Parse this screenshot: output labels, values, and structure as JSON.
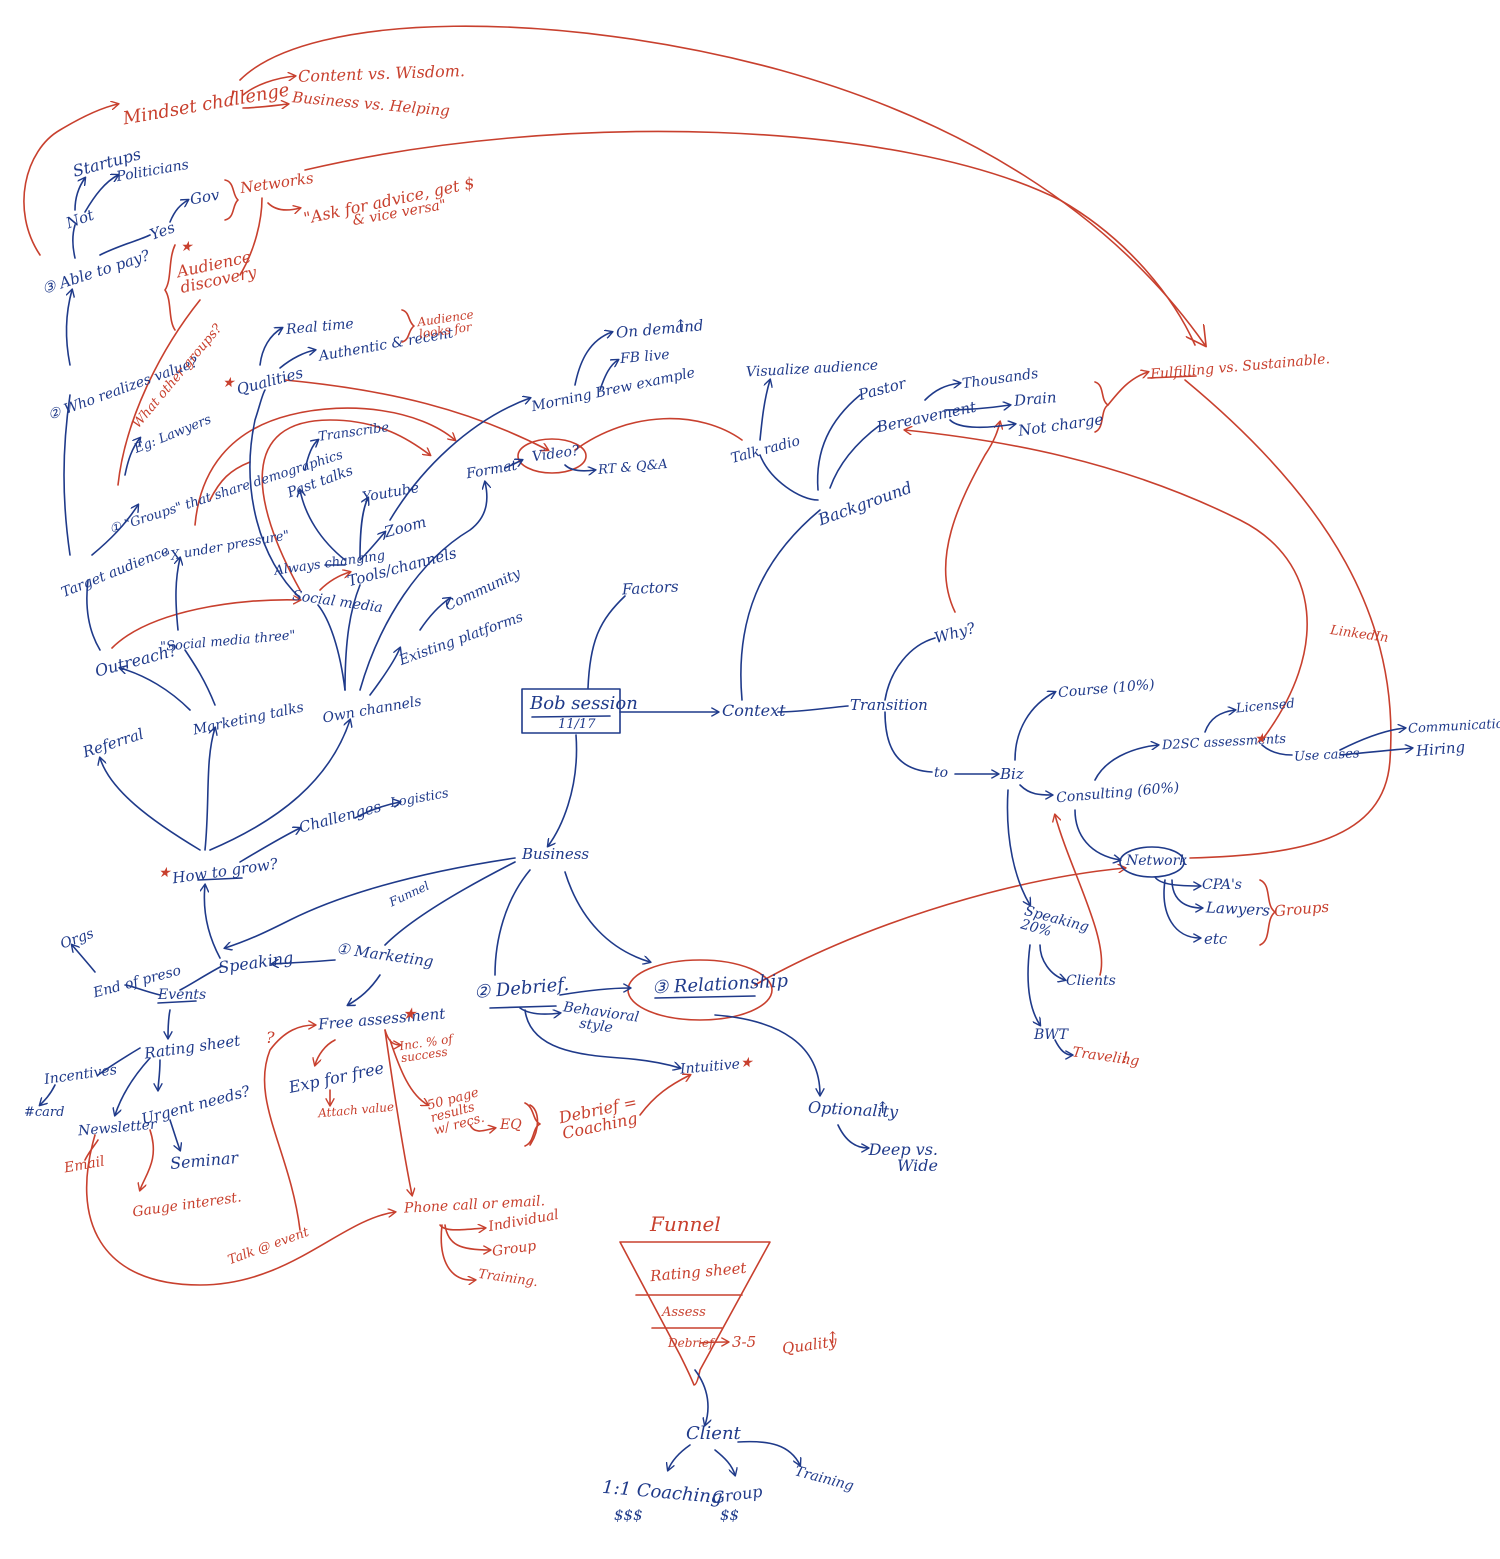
{
  "colors": {
    "ink_blue": "#1f3a8a",
    "ink_red": "#c8402e",
    "paper": "#ffffff"
  },
  "nodes": {
    "mindset_challenge": "Mindset challenge",
    "content_vs_wisdom": "Content vs. Wisdom.",
    "business_vs_helping": "Business vs. Helping",
    "startups": "Startups",
    "politicians": "Politicians",
    "not": "Not",
    "gov": "Gov",
    "yes": "Yes",
    "networks": "Networks",
    "ask_for_advice": "\"Ask for advice, get $",
    "vice_versa": "& vice versa\"",
    "audience_discovery": "Audience discovery",
    "able_to_pay": "③ Able to pay?",
    "who_realizes_value": "② Who realizes value?",
    "what_other_groups": "What other groups?",
    "groups_that_share_demographics": "① \"Groups\" that share demographics",
    "eg_lawyers": "Eg: Lawyers",
    "target_audience": "Target audience",
    "real_time": "Real time",
    "authentic_recent": "Authentic & recent",
    "audience_looks_for": "Audience looks for",
    "qualities": "Qualities",
    "transcribe": "Transcribe",
    "past_talks": "Past talks",
    "youtube": "Youtube",
    "zoom": "Zoom",
    "always_changing": "Always changing",
    "tools_channels": "Tools/channels",
    "x_under_pressure": "\"X under pressure\"",
    "social_media": "Social media",
    "social_media_three": "\"Social media three\"",
    "outreach": "Outreach?",
    "marketing_talks": "Marketing talks",
    "own_channels": "Own channels",
    "existing_platforms": "Existing platforms",
    "community": "Community",
    "referral": "Referral",
    "on_demand": "On demand",
    "fb_live": "FB live",
    "morning_brew_example": "Morning Brew example",
    "format": "Format",
    "video": "Video?",
    "rt_qa": "RT & Q&A",
    "visualize_audience": "Visualize audience",
    "talk_radio": "Talk radio",
    "pastor": "Pastor",
    "thousands": "Thousands",
    "bereavement": "Bereavement",
    "drain": "Drain",
    "not_charge": "Not charge",
    "background": "Background",
    "fulfilling_vs_sustainable": "Fulfilling vs. Sustainable.",
    "factors": "Factors",
    "bob_session": "Bob session",
    "bob_session_date": "11/17",
    "context": "Context",
    "transition": "Transition",
    "why": "Why?",
    "linkedin": "LinkedIn",
    "course": "Course (10%)",
    "licensed": "Licensed",
    "d2sc_assessments": "D2SC assessments",
    "use_cases": "Use cases",
    "communication": "Communication",
    "hiring": "Hiring",
    "to": "to",
    "biz": "Biz",
    "consulting": "Consulting (60%)",
    "network": "Network",
    "cpas": "CPA's",
    "lawyers": "Lawyers",
    "etc": "etc",
    "groups": "Groups",
    "speaking_pct": "Speaking 20%",
    "clients": "Clients",
    "bwt": "BWT",
    "traveling": "Traveling",
    "challenges": "Challenges",
    "logistics": "Logistics",
    "how_to_grow": "How to grow?",
    "business": "Business",
    "funnel_small": "Funnel",
    "marketing": "① Marketing",
    "speaking": "Speaking",
    "orgs": "Orgs",
    "end_of_preso": "End of preso",
    "events": "Events",
    "rating_sheet": "Rating sheet",
    "incentives": "Incentives",
    "card": "#card",
    "newsletter": "Newsletter",
    "urgent_needs": "Urgent needs?",
    "seminar": "Seminar",
    "gauge_interest": "Gauge interest.",
    "email": "Email",
    "free_assessment": "Free assessment",
    "question_mark": "?",
    "exp_for_free": "Exp for free",
    "attach_value": "Attach value",
    "increase_pct_success": "Inc. % of success",
    "fifty_page_results": "50 page results w/ recs.",
    "eq": "EQ",
    "debrief_coaching": "Debrief = Coaching",
    "talk_at_event": "Talk @ event",
    "phone_call_or_email": "Phone call or email.",
    "individual": "Individual",
    "group": "Group",
    "training_red": "Training.",
    "debrief": "② Debrief.",
    "behavioral_style": "Behavioral style",
    "relationship": "③ Relationship",
    "intuitive": "Intuitive",
    "optionality": "Optionality",
    "deep_vs_wide": "Deep vs. Wide"
  },
  "funnel": {
    "title": "Funnel",
    "levels": [
      "Rating sheet",
      "Assess",
      "Debrief"
    ],
    "annotation": "3-5",
    "quality": "Quality",
    "client": "Client",
    "one_to_one": "1:1 Coaching",
    "one_to_one_price": "$$$",
    "group_label": "Group",
    "group_price": "$$",
    "training": "Training"
  },
  "icons": [
    "up-arrow-icon",
    "star-icon",
    "exclamation-icon"
  ]
}
